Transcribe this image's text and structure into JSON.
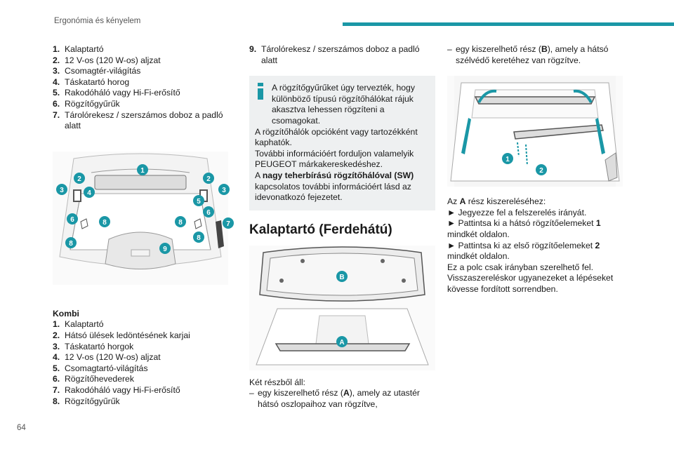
{
  "header": {
    "title": "Ergonómia és kényelem"
  },
  "page_number": "64",
  "hatchback_list": [
    {
      "n": "1.",
      "t": "Kalaptartó"
    },
    {
      "n": "2.",
      "t": "12 V-os (120 W-os) aljzat"
    },
    {
      "n": "3.",
      "t": "Csomagtér-világítás"
    },
    {
      "n": "4.",
      "t": "Táskatartó horog"
    },
    {
      "n": "5.",
      "t": "Rakodóháló vagy Hi-Fi-erősítő"
    },
    {
      "n": "6.",
      "t": "Rögzítőgyűrűk"
    },
    {
      "n": "7.",
      "t": "Tárolórekesz / szerszámos doboz a padló alatt"
    }
  ],
  "fig1_callouts": [
    "1",
    "2",
    "2",
    "3",
    "3",
    "4",
    "5",
    "6",
    "6",
    "7",
    "8",
    "8",
    "8",
    "8",
    "9"
  ],
  "kombi": {
    "heading": "Kombi",
    "items": [
      {
        "n": "1.",
        "t": "Kalaptartó"
      },
      {
        "n": "2.",
        "t": "Hátsó ülések ledöntésének karjai"
      },
      {
        "n": "3.",
        "t": "Táskatartó horgok"
      },
      {
        "n": "4.",
        "t": "12 V-os (120 W-os) aljzat"
      },
      {
        "n": "5.",
        "t": "Csomagtartó-világítás"
      },
      {
        "n": "6.",
        "t": "Rögzítőhevederek"
      },
      {
        "n": "7.",
        "t": "Rakodóháló vagy Hi-Fi-erősítő"
      },
      {
        "n": "8.",
        "t": "Rögzítőgyűrűk"
      }
    ]
  },
  "item9": {
    "n": "9.",
    "t": "Tárolórekesz / szerszámos doboz a padló alatt"
  },
  "info": {
    "icon": "info-icon",
    "lines": [
      "A rögzítőgyűrűket úgy tervezték, hogy különböző típusú rögzítőhálókat rájuk akasztva lehessen rögzíteni a csomagokat.",
      "A rögzítőhálók opcióként vagy tartozékként kaphatók.",
      "További információért forduljon valamelyik PEUGEOT márkakereskedéshez."
    ],
    "sw_prefix": "A ",
    "sw_bold": "nagy teherbírású rögzítőhálóval (SW)",
    "sw_suffix": " kapcsolatos további információért lásd az idevonatkozó fejezetet."
  },
  "section": {
    "title": "Kalaptartó (Ferdehátú)"
  },
  "fig2_callouts": [
    "B",
    "A"
  ],
  "two_parts": {
    "intro": "Két részből áll:",
    "a_dash": "–",
    "a_pre": "egy kiszerelhető rész (",
    "a_bold": "A",
    "a_post": "), amely az utastér hátsó oszlopaihoz van rögzítve,",
    "b_dash": "–",
    "b_pre": "egy kiszerelhető rész (",
    "b_bold": "B",
    "b_post": "), amely a hátsó szélvédő keretéhez van rögzítve."
  },
  "fig3_callouts": [
    "1",
    "2"
  ],
  "removal": {
    "pre": "Az ",
    "bold": "A",
    "post": " rész kiszereléséhez:",
    "step1": "► Jegyezze fel a felszerelés irányát.",
    "step2_pre": "► Pattintsa ki a hátsó rögzítőelemeket ",
    "step2_bold": "1",
    "step2_post": " mindkét oldalon.",
    "step3_pre": "► Pattintsa ki az első rögzítőelemeket ",
    "step3_bold": "2",
    "step3_post": " mindkét oldalon.",
    "note": "Ez a polc csak irányban szerelhető fel.",
    "reinstall": "Visszaszereléskor ugyanezeket a lépéseket kövesse fordított sorrendben."
  },
  "colors": {
    "accent": "#1a97a6",
    "info_bg": "#eef0f1"
  }
}
